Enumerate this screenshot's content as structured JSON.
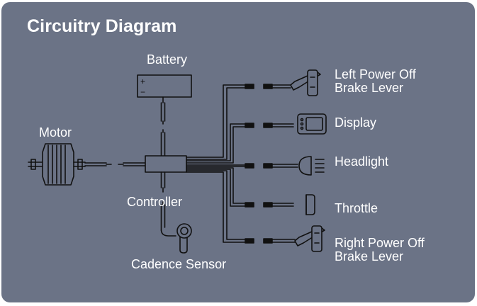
{
  "title": "Circuitry Diagram",
  "labels": {
    "battery": "Battery",
    "motor": "Motor",
    "controller": "Controller",
    "cadence_sensor": "Cadence Sensor",
    "left_brake_line1": "Left Power Off",
    "left_brake_line2": "Brake Lever",
    "display": "Display",
    "headlight": "Headlight",
    "throttle": "Throttle",
    "right_brake_line1": "Right Power Off",
    "right_brake_line2": "Brake Lever"
  },
  "battery_terminals": {
    "positive": "+",
    "negative": "−"
  },
  "colors": {
    "background": "#6b7386",
    "line": "#111111",
    "text": "#ffffff"
  },
  "icons": [
    "battery-icon",
    "motor-icon",
    "controller-icon",
    "cadence-sensor-icon",
    "brake-lever-icon",
    "display-icon",
    "headlight-icon",
    "throttle-icon"
  ]
}
